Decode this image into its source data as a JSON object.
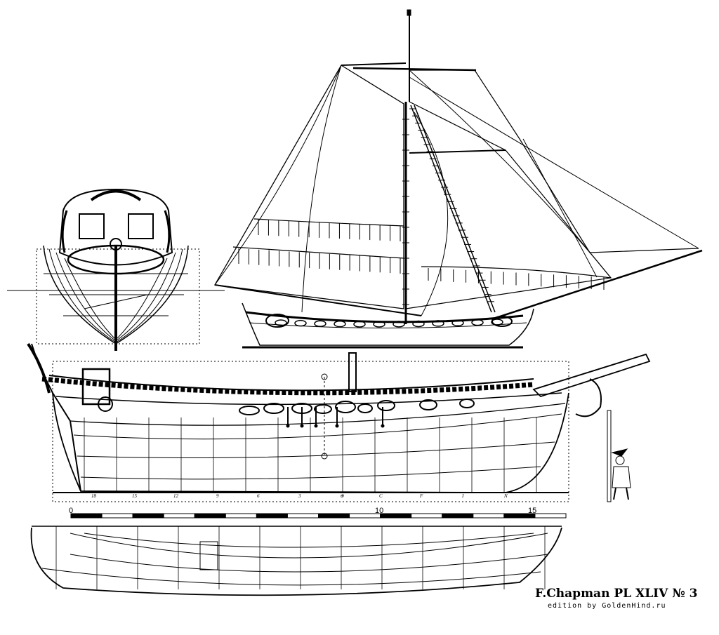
{
  "plate": {
    "title": "F.Chapman PL XLIV № 3",
    "credit": "edition by GoldenHind.ru"
  },
  "scale_bar": {
    "labels": [
      "0",
      "10",
      "15"
    ],
    "units": [
      0,
      10,
      15
    ]
  },
  "frame_numbers": [
    "18",
    "15",
    "12",
    "9",
    "6",
    "3",
    "⊕",
    "C",
    "F",
    "I",
    "N"
  ],
  "colors": {
    "ink": "#000000",
    "paper": "#ffffff"
  }
}
